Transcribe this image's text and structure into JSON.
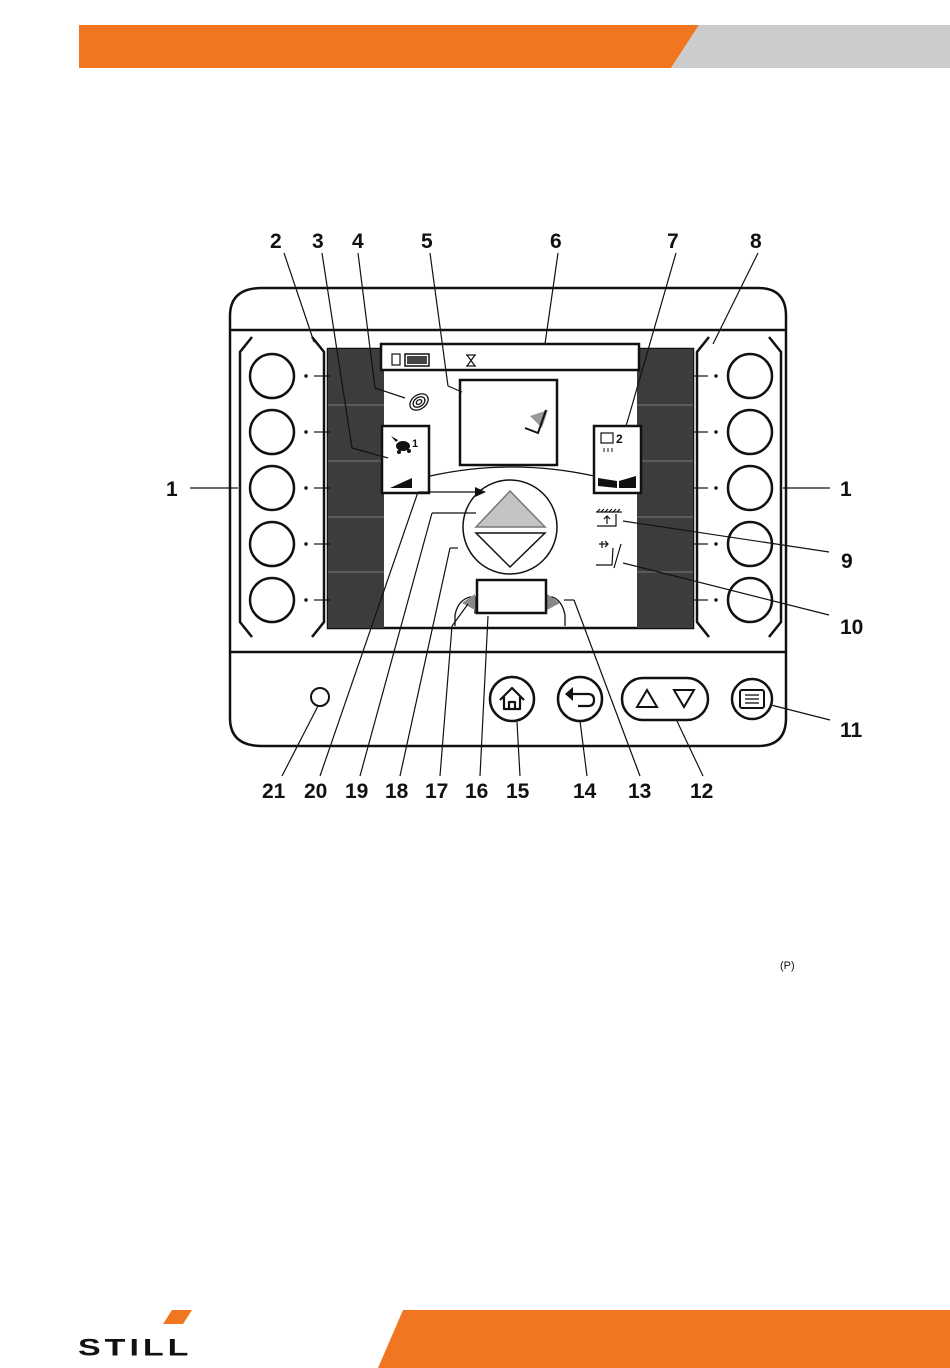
{
  "header": {
    "accent_color": "#f07621",
    "secondary_color": "#cccccc"
  },
  "diagram": {
    "callouts": [
      "1",
      "2",
      "3",
      "4",
      "5",
      "6",
      "7",
      "8",
      "9",
      "10",
      "11",
      "12",
      "13",
      "14",
      "15",
      "16",
      "17",
      "18",
      "19",
      "20",
      "21"
    ],
    "display_indicators": {
      "gear_left": "1",
      "gear_right": "2"
    },
    "icons": [
      "battery-icon",
      "hourglass-icon",
      "fingerprint-icon",
      "rabbit-icon",
      "fork-icon",
      "lift-icon",
      "tilt-icon",
      "home-icon",
      "back-icon",
      "arrow-up-icon",
      "arrow-down-icon",
      "menu-icon"
    ]
  },
  "footnote": {
    "p_symbol": "(P)"
  },
  "brand": {
    "logo_text": "STILL",
    "accent_color": "#f07621"
  }
}
